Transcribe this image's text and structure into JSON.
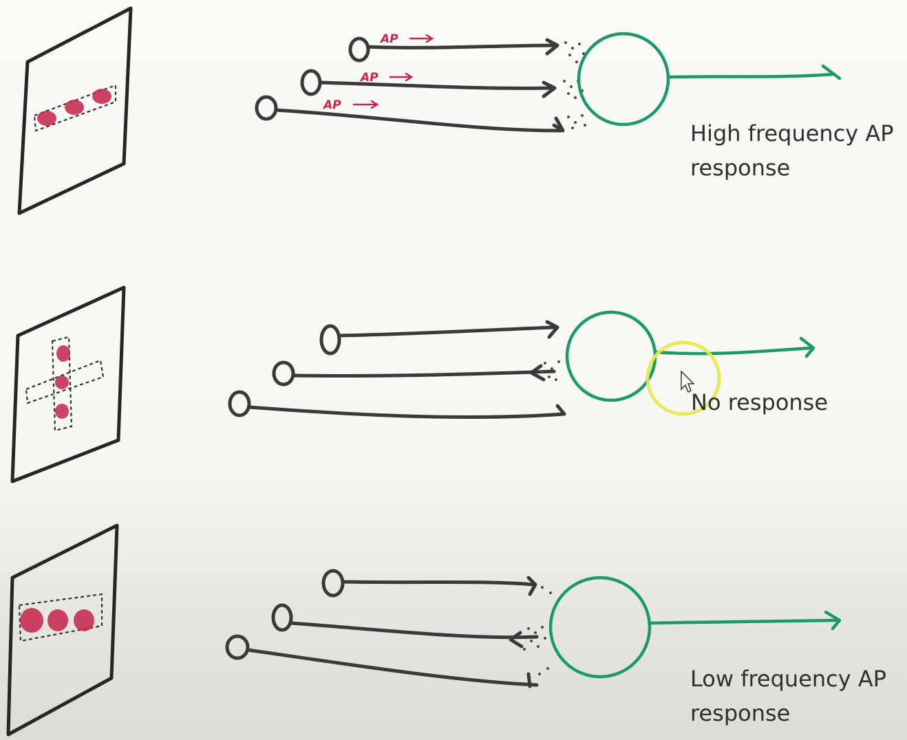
{
  "rows": [
    {
      "id": "top",
      "ap_labels": [
        "AP",
        "AP",
        "AP"
      ],
      "response_text_line1": "High frequency AP",
      "response_text_line2": "response"
    },
    {
      "id": "middle",
      "response_text_line1": "No response"
    },
    {
      "id": "bottom",
      "response_text_line1": "Low frequency AP",
      "response_text_line2": "response"
    }
  ],
  "colors": {
    "ink": "#262626",
    "neuron_green": "#1b9a68",
    "stimulus_red": "#c4254a",
    "ap_label_red": "#c8264d",
    "cursor_highlight": "#e4e84a"
  }
}
